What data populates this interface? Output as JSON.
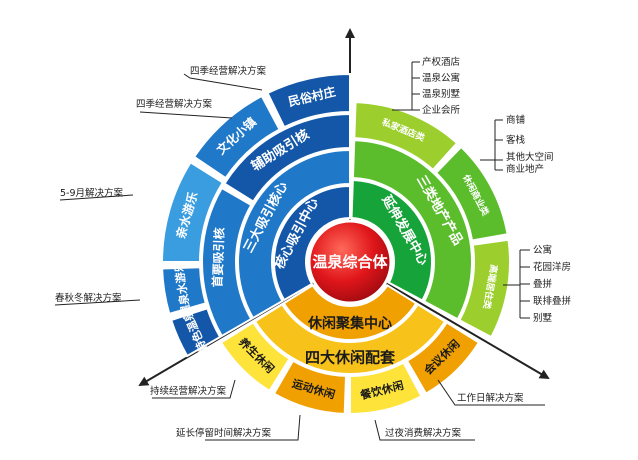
{
  "center": {
    "label": "温泉综合体"
  },
  "blue_sector": {
    "rings": [
      {
        "label": "核心吸引中心"
      },
      {
        "label": "三大吸引核心"
      },
      {
        "label": "辅助吸引核"
      },
      {
        "label": "首要吸引核"
      }
    ],
    "outer": [
      {
        "label": "民俗村庄"
      },
      {
        "label": "文化小镇"
      },
      {
        "label": "亲水游乐"
      },
      {
        "label": "温泉水游乐"
      },
      {
        "label": "特色温泉"
      }
    ],
    "annotations": [
      {
        "label": "四季经营解决方案"
      },
      {
        "label": "四季经营解决方案"
      },
      {
        "label": "5-9月解决方案"
      },
      {
        "label": "春秋冬解决方案"
      }
    ]
  },
  "green_sector": {
    "rings": [
      {
        "label": "延伸发展中心"
      },
      {
        "label": "三类地产产品"
      }
    ],
    "outer": [
      {
        "label": "私家酒店类"
      },
      {
        "label": "休闲商业类"
      },
      {
        "label": "高端居住类"
      }
    ],
    "groups": [
      {
        "items": [
          "产权酒店",
          "温泉公寓",
          "温泉别墅",
          "企业会所"
        ]
      },
      {
        "items": [
          "商铺",
          "客栈",
          "其他大空间",
          "商业地产"
        ]
      },
      {
        "items": [
          "公寓",
          "花园洋房",
          "叠拼",
          "联排叠拼",
          "别墅"
        ]
      }
    ]
  },
  "yellow_sector": {
    "rings": [
      {
        "label": "休闲聚集中心"
      },
      {
        "label": "四大休闲配套"
      }
    ],
    "outer": [
      {
        "label": "养生休闲"
      },
      {
        "label": "运动休闲"
      },
      {
        "label": "餐饮休闲"
      },
      {
        "label": "会议休闲"
      }
    ],
    "annotations": [
      {
        "label": "持续经营解决方案"
      },
      {
        "label": "延长停留时间解决方案"
      },
      {
        "label": "过夜消费解决方案"
      },
      {
        "label": "工作日解决方案"
      }
    ]
  },
  "colors": {
    "blue_dark": "#1457a8",
    "blue_mid": "#1f78c8",
    "blue_light": "#3a9de0",
    "green_dark": "#16a33a",
    "green_mid": "#5cbd2c",
    "green_light": "#9ccf2e",
    "yellow_dark": "#f0a000",
    "yellow_mid": "#f7c21a",
    "yellow_light": "#fde33a",
    "center": "#e0161b",
    "axis": "#222222"
  }
}
